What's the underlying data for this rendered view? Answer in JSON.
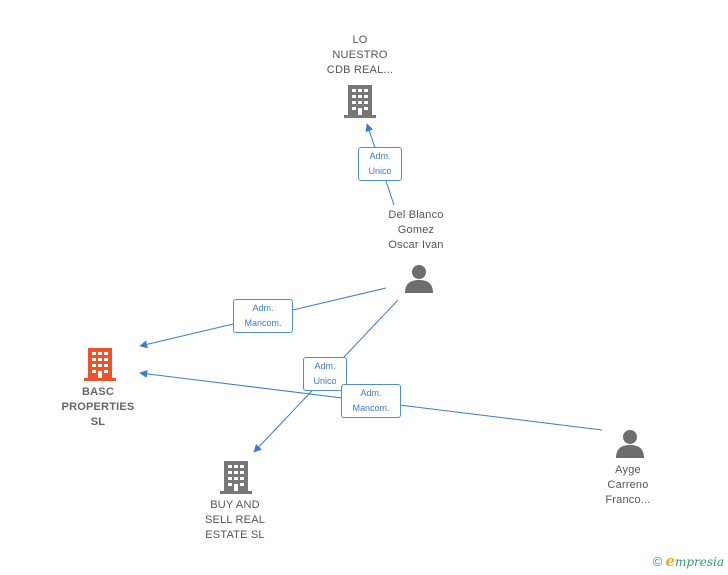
{
  "nodes": {
    "lo_nuestro": {
      "lines": [
        "LO",
        "NUESTRO",
        "CDB REAL..."
      ]
    },
    "del_blanco": {
      "lines": [
        "Del Blanco",
        "Gomez",
        "Oscar Ivan"
      ]
    },
    "basc": {
      "lines": [
        "BASC",
        "PROPERTIES",
        "SL"
      ]
    },
    "buy_sell": {
      "lines": [
        "BUY AND",
        "SELL REAL",
        "ESTATE  SL"
      ]
    },
    "ayge": {
      "lines": [
        "Ayge",
        "Carreno",
        "Franco..."
      ]
    }
  },
  "edges": {
    "e1": {
      "lines": [
        "Adm.",
        "Unico"
      ]
    },
    "e2": {
      "lines": [
        "Adm.",
        "Mancom."
      ]
    },
    "e3": {
      "lines": [
        "Adm.",
        "Unico"
      ]
    },
    "e4": {
      "lines": [
        "Adm.",
        "Mancom."
      ]
    }
  },
  "colors": {
    "edge": "#3a7bd5",
    "building_gray": "#777777",
    "building_main": "#f0532a",
    "person": "#6d6d6d"
  },
  "footer": {
    "copyright": "©",
    "brand_e": "e",
    "brand_rest": "mpresia"
  }
}
